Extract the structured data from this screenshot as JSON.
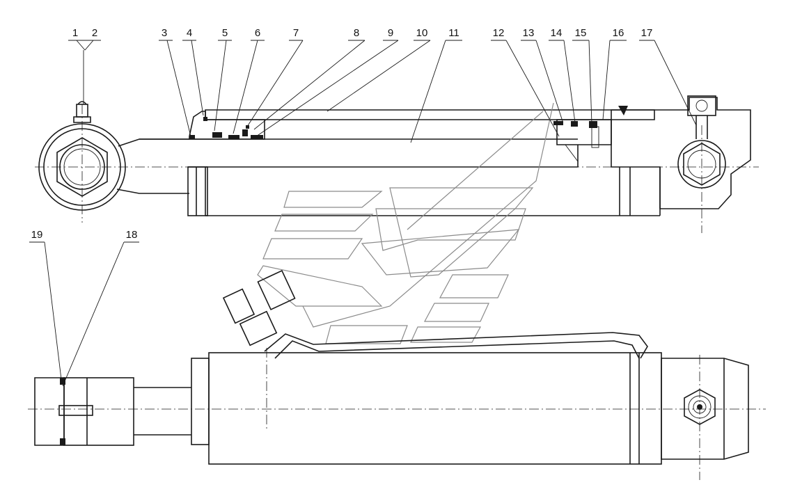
{
  "callouts": [
    {
      "label": "1"
    },
    {
      "label": "2"
    },
    {
      "label": "3"
    },
    {
      "label": "4"
    },
    {
      "label": "5"
    },
    {
      "label": "6"
    },
    {
      "label": "7"
    },
    {
      "label": "8"
    },
    {
      "label": "9"
    },
    {
      "label": "10"
    },
    {
      "label": "11"
    },
    {
      "label": "12"
    },
    {
      "label": "13"
    },
    {
      "label": "14"
    },
    {
      "label": "15"
    },
    {
      "label": "16"
    },
    {
      "label": "17"
    },
    {
      "label": "18"
    },
    {
      "label": "19"
    }
  ],
  "colors": {
    "line": "#1a1a1a",
    "watermark": "#8a8a8a",
    "background": "#ffffff"
  }
}
